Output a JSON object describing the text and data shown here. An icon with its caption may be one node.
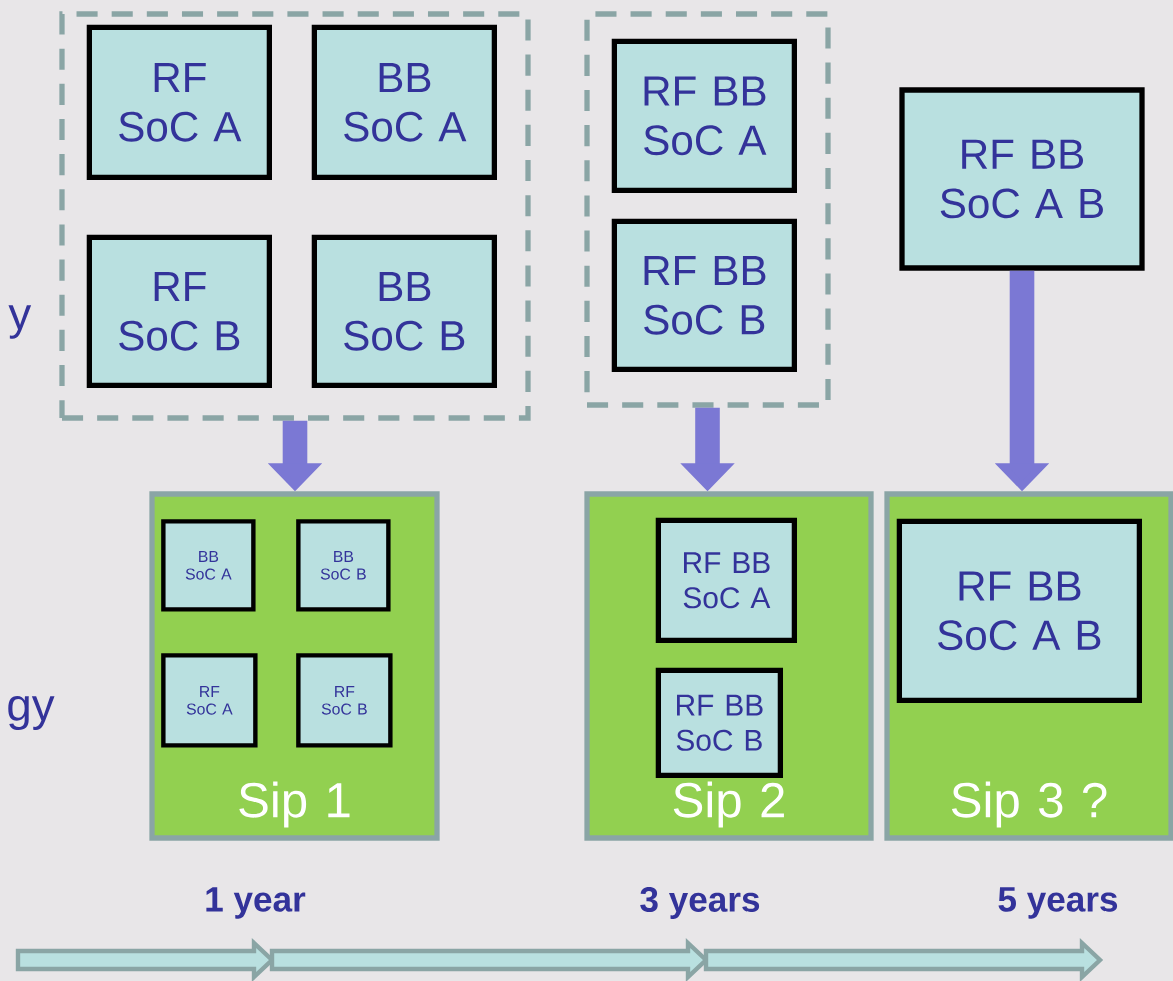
{
  "diagram": {
    "nodes": [
      {
        "text": [],
        "shape": "box"
      },
      {
        "text": [
          "RF SoC A"
        ],
        "in": 0
      },
      {
        "text": [
          "BB SoC A"
        ],
        "in": 0
      },
      {
        "text": [
          "RF SoC B"
        ],
        "in": 0
      },
      {
        "text": [
          "BB SoC B"
        ],
        "in": 0
      },
      {
        "text": [],
        "shape": "box"
      },
      {
        "text": [
          "RF BB SoC A"
        ],
        "in": 5
      },
      {
        "text": [
          "RF BB SoC B"
        ],
        "in": 5
      },
      {
        "text": [
          "RF BB SoC A B"
        ]
      },
      {
        "text": [
          "Sip 1"
        ]
      },
      {
        "text": [
          "BB SoC A"
        ],
        "in": 9
      },
      {
        "text": [
          "BB SoC B"
        ],
        "in": 9
      },
      {
        "text": [
          "RF SoC A"
        ],
        "in": 9
      },
      {
        "text": [
          "RF SoC B"
        ],
        "in": 9
      },
      {
        "text": [
          "Sip 2"
        ]
      },
      {
        "text": [
          "RF BB SoC A"
        ],
        "in": 14
      },
      {
        "text": [
          "RF BB SoC B"
        ],
        "in": 14
      },
      {
        "text": [
          "Sip 3 ?"
        ]
      },
      {
        "text": [
          "RF BB SoC A B"
        ],
        "in": 17
      }
    ],
    "edges": [
      {
        "from": 0,
        "to": 9,
        "arrow": "to"
      },
      {
        "from": 5,
        "to": 14,
        "arrow": "to"
      },
      {
        "from": 8,
        "to": 17,
        "arrow": "to"
      }
    ],
    "labels": [
      "y",
      "gy",
      "1 year",
      "3 years",
      "5 years"
    ]
  }
}
